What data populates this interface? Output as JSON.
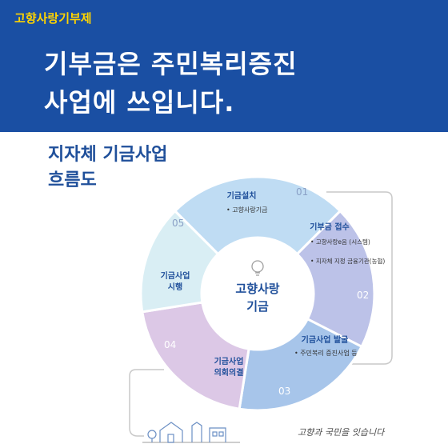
{
  "header": {
    "brand": "고향사랑기부제",
    "headline_line1": "기부금은 주민복리증진",
    "headline_line2": "사업에 쓰입니다."
  },
  "section_title": {
    "line1": "지자체 기금사업",
    "line2": "흐름도"
  },
  "center": {
    "line1": "고향사랑",
    "line2": "기금",
    "icon": "lightbulb-icon"
  },
  "steps": [
    {
      "number": "01",
      "title": "기금설치",
      "bullets": [
        "고향사랑기금"
      ],
      "color": "#bfdcf3"
    },
    {
      "number": "02",
      "title": "기부금 접수",
      "bullets": [
        "고향사랑e음 (시스템)",
        "지자체 지정 금융기관(농협)"
      ],
      "color": "#bcc2e8"
    },
    {
      "number": "03",
      "title": "기금사업 발굴",
      "bullets": [
        "주민복리 증진사업 등"
      ],
      "color": "#a7c5ea"
    },
    {
      "number": "04",
      "title": "기금사업 의회의결",
      "bullets": [],
      "color": "#dcc8e6"
    },
    {
      "number": "05",
      "title": "기금사업 시행",
      "bullets": [],
      "color": "#d9eef4"
    }
  ],
  "footer": {
    "slogan": "고향과 국민을 잇습니다",
    "illustration": "village-houses-illustration"
  },
  "colors": {
    "banner": "#1a4fa3",
    "brand": "#ffd400",
    "title_text": "#1f4f9a"
  }
}
